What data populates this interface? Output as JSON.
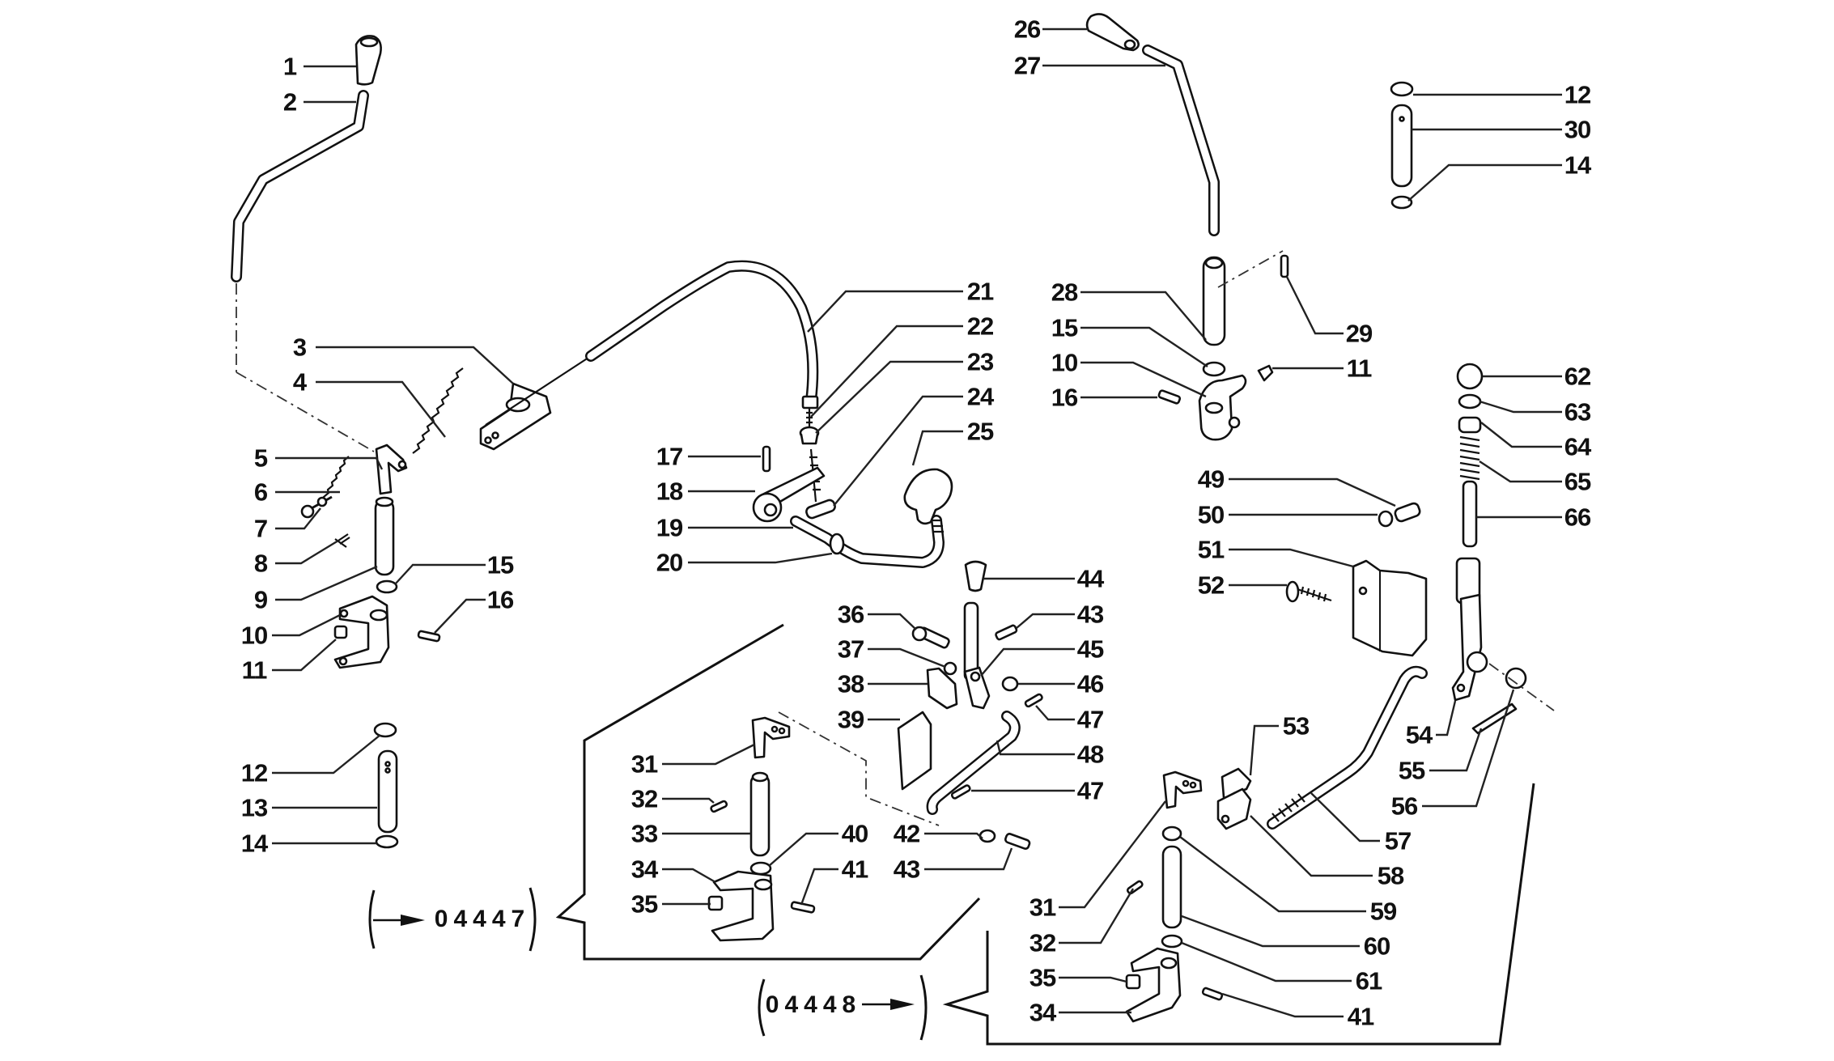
{
  "diagram": {
    "type": "exploded parts diagram",
    "subject": "gearshift / control lever linkage assembly",
    "callouts": [
      {
        "id": "c1",
        "number": "1",
        "part": "knob"
      },
      {
        "id": "c2",
        "number": "2",
        "part": "lever"
      },
      {
        "id": "c3",
        "number": "3",
        "part": "bracket"
      },
      {
        "id": "c4",
        "number": "4",
        "part": "spring"
      },
      {
        "id": "c5",
        "number": "5",
        "part": "lever arm"
      },
      {
        "id": "c6",
        "number": "6",
        "part": "spring"
      },
      {
        "id": "c7",
        "number": "7",
        "part": "bolt"
      },
      {
        "id": "c8",
        "number": "8",
        "part": "pin"
      },
      {
        "id": "c9",
        "number": "9",
        "part": "shaft"
      },
      {
        "id": "c10",
        "number": "10",
        "part": "fork"
      },
      {
        "id": "c11",
        "number": "11",
        "part": "fitting"
      },
      {
        "id": "c15",
        "number": "15",
        "part": "washer"
      },
      {
        "id": "c16",
        "number": "16",
        "part": "roll pin"
      },
      {
        "id": "c12",
        "number": "12",
        "part": "circlip"
      },
      {
        "id": "c13",
        "number": "13",
        "part": "pin"
      },
      {
        "id": "c14",
        "number": "14",
        "part": "washer"
      },
      {
        "id": "c17",
        "number": "17",
        "part": "pin"
      },
      {
        "id": "c18",
        "number": "18",
        "part": "lever"
      },
      {
        "id": "c19",
        "number": "19",
        "part": "shaft"
      },
      {
        "id": "c20",
        "number": "20",
        "part": "bent rod"
      },
      {
        "id": "c21",
        "number": "21",
        "part": "cable"
      },
      {
        "id": "c22",
        "number": "22",
        "part": "threaded end"
      },
      {
        "id": "c23",
        "number": "23",
        "part": "nut"
      },
      {
        "id": "c24",
        "number": "24",
        "part": "connector"
      },
      {
        "id": "c25",
        "number": "25",
        "part": "knob"
      },
      {
        "id": "c26",
        "number": "26",
        "part": "knob"
      },
      {
        "id": "c27",
        "number": "27",
        "part": "lever"
      },
      {
        "id": "c28",
        "number": "28",
        "part": "shaft"
      },
      {
        "id": "c15b",
        "number": "15",
        "part": "washer"
      },
      {
        "id": "c10b",
        "number": "10",
        "part": "fork"
      },
      {
        "id": "c16b",
        "number": "16",
        "part": "roll pin"
      },
      {
        "id": "c29",
        "number": "29",
        "part": "pin"
      },
      {
        "id": "c11b",
        "number": "11",
        "part": "fitting"
      },
      {
        "id": "c12b",
        "number": "12",
        "part": "circlip"
      },
      {
        "id": "c30",
        "number": "30",
        "part": "pin"
      },
      {
        "id": "c14b",
        "number": "14",
        "part": "washer"
      },
      {
        "id": "c62",
        "number": "62",
        "part": "ball knob"
      },
      {
        "id": "c63",
        "number": "63",
        "part": "nut"
      },
      {
        "id": "c64",
        "number": "64",
        "part": "cap"
      },
      {
        "id": "c65",
        "number": "65",
        "part": "spring"
      },
      {
        "id": "c66",
        "number": "66",
        "part": "rod"
      },
      {
        "id": "c44",
        "number": "44",
        "part": "knob"
      },
      {
        "id": "c43",
        "number": "43",
        "part": "screw"
      },
      {
        "id": "c45",
        "number": "45",
        "part": "lever"
      },
      {
        "id": "c46",
        "number": "46",
        "part": "nut"
      },
      {
        "id": "c47",
        "number": "47",
        "part": "pin"
      },
      {
        "id": "c48",
        "number": "48",
        "part": "link rod"
      },
      {
        "id": "c47b",
        "number": "47",
        "part": "pin"
      },
      {
        "id": "c36",
        "number": "36",
        "part": "bolt"
      },
      {
        "id": "c37",
        "number": "37",
        "part": "washer"
      },
      {
        "id": "c38",
        "number": "38",
        "part": "block"
      },
      {
        "id": "c39",
        "number": "39",
        "part": "plate"
      },
      {
        "id": "c31",
        "number": "31",
        "part": "lever"
      },
      {
        "id": "c32",
        "number": "32",
        "part": "pin"
      },
      {
        "id": "c33",
        "number": "33",
        "part": "shaft"
      },
      {
        "id": "c34",
        "number": "34",
        "part": "fork"
      },
      {
        "id": "c35",
        "number": "35",
        "part": "fitting"
      },
      {
        "id": "c40",
        "number": "40",
        "part": "washer"
      },
      {
        "id": "c41",
        "number": "41",
        "part": "roll pin"
      },
      {
        "id": "c42",
        "number": "42",
        "part": "washer"
      },
      {
        "id": "c43b",
        "number": "43",
        "part": "bolt"
      },
      {
        "id": "c49",
        "number": "49",
        "part": "bolt"
      },
      {
        "id": "c50",
        "number": "50",
        "part": "washer"
      },
      {
        "id": "c51",
        "number": "51",
        "part": "bracket"
      },
      {
        "id": "c52",
        "number": "52",
        "part": "screw"
      },
      {
        "id": "c53",
        "number": "53",
        "part": "clevis"
      },
      {
        "id": "c54",
        "number": "54",
        "part": "lever"
      },
      {
        "id": "c55",
        "number": "55",
        "part": "split pin"
      },
      {
        "id": "c56",
        "number": "56",
        "part": "nut"
      },
      {
        "id": "c57",
        "number": "57",
        "part": "link rod"
      },
      {
        "id": "c58",
        "number": "58",
        "part": "clevis"
      },
      {
        "id": "c59",
        "number": "59",
        "part": "circlip"
      },
      {
        "id": "c60",
        "number": "60",
        "part": "pin"
      },
      {
        "id": "c61",
        "number": "61",
        "part": "washer"
      },
      {
        "id": "c41b",
        "number": "41",
        "part": "roll pin"
      },
      {
        "id": "c31b",
        "number": "31",
        "part": "lever"
      },
      {
        "id": "c32b",
        "number": "32",
        "part": "pin"
      },
      {
        "id": "c35b",
        "number": "35",
        "part": "fitting"
      },
      {
        "id": "c34b",
        "number": "34",
        "part": "fork"
      }
    ],
    "serial_references": [
      {
        "id": "ref1",
        "text": "04447",
        "arrow": "in",
        "applies_to": "upper-left group (parts 31-35, 40, 41)"
      },
      {
        "id": "ref2",
        "text": "04448",
        "arrow": "out",
        "applies_to": "lower-right group (parts 31, 32, 34, 35, 41, 53-61)"
      }
    ]
  }
}
